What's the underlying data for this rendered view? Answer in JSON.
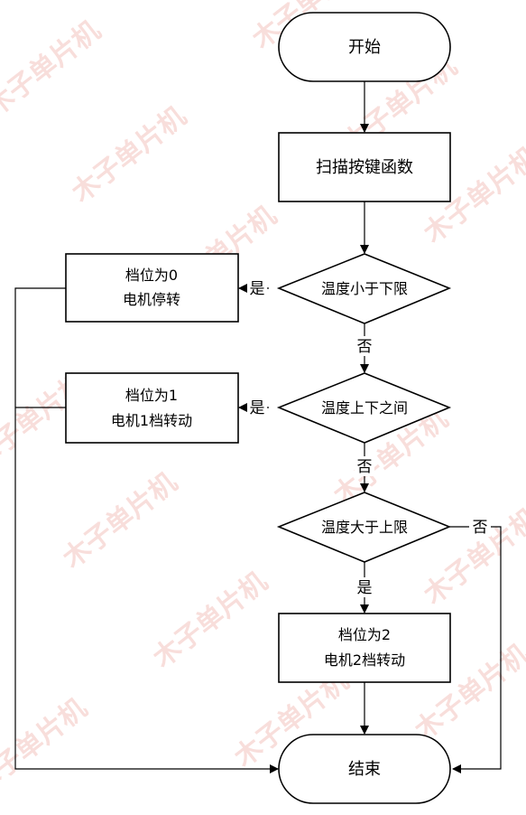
{
  "nodes": {
    "start": {
      "label": "开始"
    },
    "scan": {
      "label": "扫描按键函数"
    },
    "cond_low": {
      "label": "温度小于下限"
    },
    "gear0": {
      "line1": "档位为0",
      "line2": "电机停转"
    },
    "cond_mid": {
      "label": "温度上下之间"
    },
    "gear1": {
      "line1": "档位为1",
      "line2": "电机1档转动"
    },
    "cond_high": {
      "label": "温度大于上限"
    },
    "gear2": {
      "line1": "档位为2",
      "line2": "电机2档转动"
    },
    "end": {
      "label": "结束"
    }
  },
  "edges": {
    "low_yes": "是",
    "low_no": "否",
    "mid_yes": "是",
    "mid_no": "否",
    "high_yes": "是",
    "high_no": "否"
  },
  "watermark": {
    "text": "木子单片机"
  }
}
